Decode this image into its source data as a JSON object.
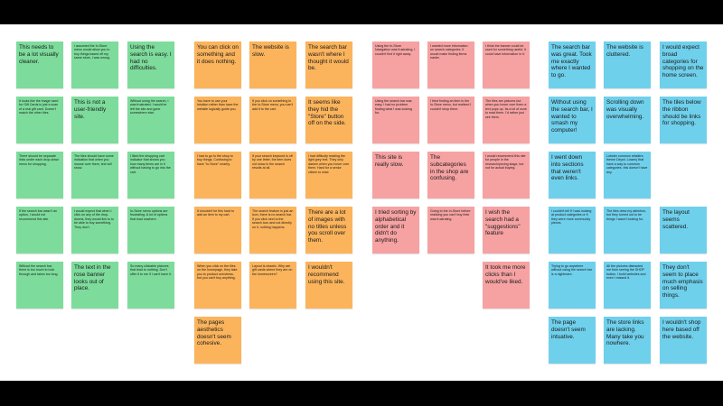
{
  "colors": {
    "green": "#7ddc9c",
    "orange": "#fbb45c",
    "red": "#f6a2a2",
    "blue": "#6fd0ec"
  },
  "groups": [
    {
      "color": "green",
      "notes": [
        {
          "text": "This needs to be a lot visually cleaner.",
          "size": "big"
        },
        {
          "text": "I assumed the In-Store menu would allow you to buy things based off my same store, I was wrong.",
          "size": "small"
        },
        {
          "text": "Using the search is easy. I had no difficulties.",
          "size": "big"
        },
        {
          "text": "It looks like the image used for Gift Cards is just a scan of a real gift card. Doesn't match the other tiles.",
          "size": "small"
        },
        {
          "text": "This is not a user-friendly site.",
          "size": "big"
        },
        {
          "text": "Without using the search, I was frustrated. I would've left the site and gone somewhere else.",
          "size": "small"
        },
        {
          "text": "There should be separate links under each drop-down menu for shopping.",
          "size": "small"
        },
        {
          "text": "The tiles should have some indication that when you mouse over them, text will show.",
          "size": "small"
        },
        {
          "text": "I liked the shopping cart indicator that shows you how many items are in it without having to go into the cart.",
          "size": "small"
        },
        {
          "text": "If the search bar wasn't an option, I would not recommend this site.",
          "size": "small"
        },
        {
          "text": "I would expect that when I click on any of the drop-downs, they would link to to be able to buy something. They don't.",
          "size": "small"
        },
        {
          "text": "In-Store menu options are frustrating. A lot of options that lead nowhere.",
          "size": "small"
        },
        {
          "text": "Without the search bar, there is too much to look through and takes too long.",
          "size": "small"
        },
        {
          "text": "The text in the rose banner looks out of place.",
          "size": "big"
        },
        {
          "text": "So many clickable pictures that lead to nothing. Don't offer it to me if I can't have it.",
          "size": "small"
        }
      ]
    },
    {
      "color": "orange",
      "notes": [
        {
          "text": "You can click on something and it does nothing.",
          "size": "big"
        },
        {
          "text": "The website is slow.",
          "size": "big"
        },
        {
          "text": "The search bar wasn't where I thought it would be.",
          "size": "big"
        },
        {
          "text": "You have to use your intuition rather than have the website logically guide you.",
          "size": "small"
        },
        {
          "text": "If you click on something in the In-Store menu, you can't add it to the cart.",
          "size": "small"
        },
        {
          "text": "It seems like they hid the \"Store\" button off on the side.",
          "size": "big"
        },
        {
          "text": "I had to go to the shop to buy things. Confusing to have \"In-Store\" nearby.",
          "size": "small"
        },
        {
          "text": "If your search keyword is off by one letter, the item does not show in the search results at all.",
          "size": "small"
        },
        {
          "text": "I had difficulty reading the light grey text. They only darken when you hover over them. Hard for a senior citizen to read.",
          "size": "small"
        },
        {
          "text": "It shouldn't be this hard to add an item to my cart.",
          "size": "small"
        },
        {
          "text": "The search feature is just an icon, there is no search bar. If you click next to the search icon and not directly on it, nothing happens.",
          "size": "small"
        },
        {
          "text": "There are a lot of images with no titles unless you scroll over them.",
          "size": "big"
        },
        {
          "text": "When you click on the tiles on the homepage, they take you to product overviews, but you can't buy anything.",
          "size": "small"
        },
        {
          "text": "Layout is chaotic. Why are gift cards where they are on the homescreen?",
          "size": "small"
        },
        {
          "text": "I wouldn't recommend using this site.",
          "size": "big"
        },
        {
          "text": "The pages aesthetics doesn't seem cohesive.",
          "size": "big"
        }
      ]
    },
    {
      "color": "red",
      "notes": [
        {
          "text": "Using the In-Store Navigation was frustrating. I couldn't find it right away.",
          "size": "small"
        },
        {
          "text": "I wanted more information on search categories. It would make finding items easier.",
          "size": "small"
        },
        {
          "text": "I think the banner could be used for something useful. It could have information in it.",
          "size": "small"
        },
        {
          "text": "Using the search bar was easy. I had no problem finding what I was looking for.",
          "size": "small"
        },
        {
          "text": "I tried finding an item in the In-Store menu, but realized I couldn't shop there.",
          "size": "small"
        },
        {
          "text": "The tiles are pictures but when you hover over them a text pops up. Its a lot of work to read them. I'd rather just see them.",
          "size": "small"
        },
        {
          "text": "This site is really slow.",
          "size": "big"
        },
        {
          "text": "The subcategories in the shop are confusing.",
          "size": "big"
        },
        {
          "text": "I would recommend this site for people in the research/pricing stage, but not for actual buying.",
          "size": "small"
        },
        {
          "text": "I tried sorting by alphabetical order and it didn't do anything.",
          "size": "big"
        },
        {
          "text": "Going to the In-Store before realizing you can't buy their was frustrating.",
          "size": "small"
        },
        {
          "text": "I wish the search had a \"suggestions\" feature",
          "size": "big"
        },
        {
          "text": "It took me more clicks than I would've liked.",
          "size": "big"
        }
      ]
    },
    {
      "color": "blue",
      "notes": [
        {
          "text": "The search bar was great. Took me exactly where I wanted to go.",
          "size": "big"
        },
        {
          "text": "The website is cluttered.",
          "size": "big"
        },
        {
          "text": "I would expect broad categories for shopping on the home screen.",
          "size": "big"
        },
        {
          "text": "Without using the search bar, I wanted to smash my computer!",
          "size": "big"
        },
        {
          "text": "Scrolling down was visually overwhelming.",
          "size": "big"
        },
        {
          "text": "The tiles below the ribbon should be links for shopping.",
          "size": "big"
        },
        {
          "text": "I went down into sections that weren't even links.",
          "size": "big"
        },
        {
          "text": "Lobster common retailers theme Depot. Lowes) that have a way to common categories. this doesn't have any.",
          "size": "small"
        },
        {
          "text": "I couldn't tell if I was looking at product categories or if they were more community pieces.",
          "size": "small"
        },
        {
          "text": "The tiles drew my attention, but they turned out to be things I wasn't looking for.",
          "size": "small"
        },
        {
          "text": "The layout seems scattered.",
          "size": "big"
        },
        {
          "text": "Trying to go anywhere without using the search bar is a nightmare.",
          "size": "small"
        },
        {
          "text": "All the pictures distracted me from seeing the SHOP button. I build websites and even I missed it.",
          "size": "small"
        },
        {
          "text": "They don't seem to place much emphasis on selling things.",
          "size": "big"
        },
        {
          "text": "The page doesn't seem intuative.",
          "size": "big"
        },
        {
          "text": "The store links are lacking. Many take you nowhere.",
          "size": "big"
        },
        {
          "text": "I wouldn't shop here based off the website.",
          "size": "big"
        }
      ]
    }
  ]
}
